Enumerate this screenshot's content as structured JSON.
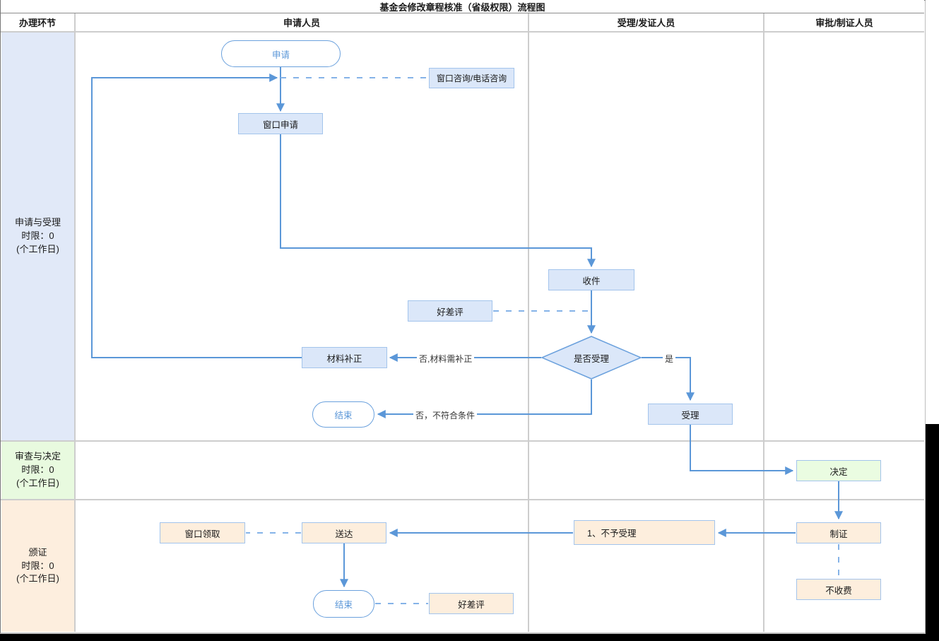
{
  "title": "基金会修改章程核准（省级权限）流程图",
  "header": {
    "stage": "办理环节",
    "applicant": "申请人员",
    "acceptance": "受理/发证人员",
    "approval": "审批/制证人员"
  },
  "lanes": [
    {
      "name": "申请与受理",
      "limit": "时限：0",
      "unit": "(个工作日)"
    },
    {
      "name": "审查与决定",
      "limit": "时限：0",
      "unit": "(个工作日)"
    },
    {
      "name": "颁证",
      "limit": "时限：0",
      "unit": "(个工作日)"
    }
  ],
  "nodes": {
    "start": "申请",
    "window_consult": "窗口咨询/电话咨询",
    "window_apply": "窗口申请",
    "receive": "收件",
    "rating_mid": "好差评",
    "is_accept": "是否受理",
    "material_fix": "材料补正",
    "end_mid": "结束",
    "accept": "受理",
    "decide": "决定",
    "make_cert": "制证",
    "no_fee": "不收费",
    "not_accept": "1、不予受理",
    "deliver": "送达",
    "window_pickup": "窗口领取",
    "end_final": "结束",
    "rating_final": "好差评"
  },
  "edge_labels": {
    "yes": "是",
    "no_need_fix": "否,材料需补正",
    "no_unqualified": "否，不符合条件"
  },
  "colors": {
    "line_solid": "#5b97d8",
    "line_dashed": "#85b3e8",
    "box_blue_fill": "#dbe7f9",
    "box_green_fill": "#eafce1",
    "box_orange_fill": "#fdeedd",
    "box_border": "#a3c4ec",
    "lane_blue": "#e1e9f8",
    "lane_green": "#e8fadf",
    "lane_orange": "#fdeede"
  }
}
